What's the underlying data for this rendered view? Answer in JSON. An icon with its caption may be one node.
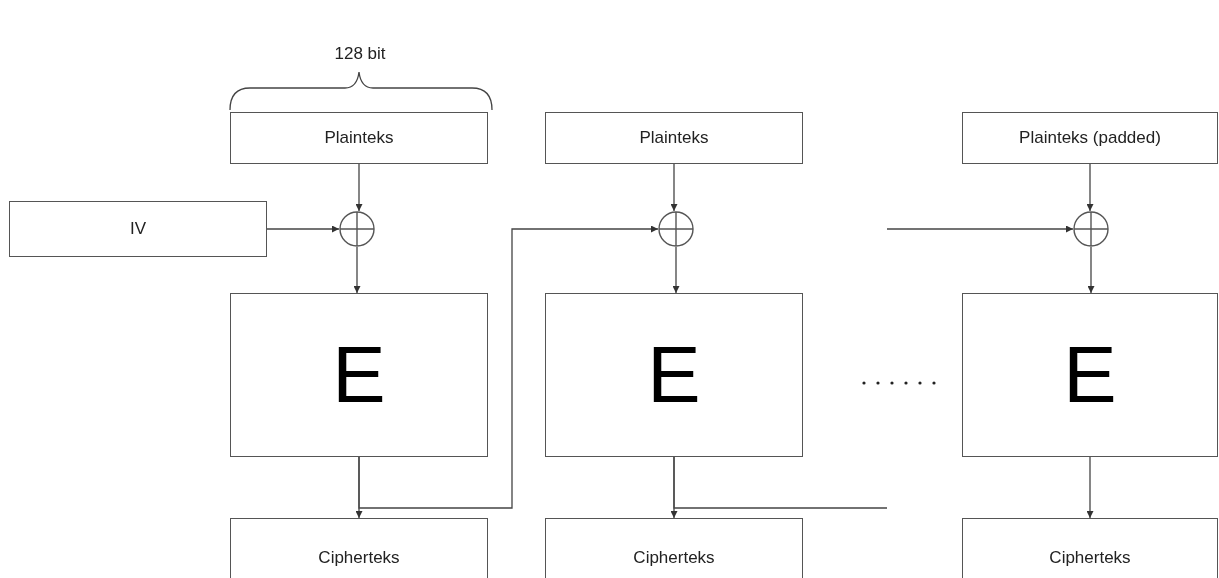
{
  "diagram": {
    "nodes": [
      {
        "text": [
          "Plainteks"
        ]
      },
      {
        "text": [
          "Plainteks"
        ]
      },
      {
        "text": [
          "Plainteks (padded)"
        ]
      },
      {
        "text": [
          "IV"
        ]
      },
      {
        "text": [],
        "shape": "circle"
      },
      {
        "text": [],
        "shape": "circle"
      },
      {
        "text": [],
        "shape": "circle"
      },
      {
        "text": [
          "E"
        ]
      },
      {
        "text": [
          "E"
        ]
      },
      {
        "text": [
          "E"
        ]
      },
      {
        "text": [
          "Cipherteks"
        ]
      },
      {
        "text": [
          "Cipherteks"
        ]
      },
      {
        "text": [
          "Cipherteks"
        ]
      }
    ],
    "edges": [
      {
        "from": 0,
        "to": 4,
        "arrow": "to"
      },
      {
        "from": 3,
        "to": 4,
        "arrow": "to"
      },
      {
        "from": 4,
        "to": 7,
        "arrow": "to"
      },
      {
        "from": 7,
        "to": 10,
        "arrow": "to"
      },
      {
        "from": 7,
        "to": 5,
        "arrow": "to"
      },
      {
        "from": 1,
        "to": 5,
        "arrow": "to"
      },
      {
        "from": 5,
        "to": 8,
        "arrow": "to"
      },
      {
        "from": 8,
        "to": 11,
        "arrow": "to"
      },
      {
        "from": 8,
        "to": null,
        "arrow": "none"
      },
      {
        "from": null,
        "to": 6,
        "arrow": "to"
      },
      {
        "from": 2,
        "to": 6,
        "arrow": "to"
      },
      {
        "from": 6,
        "to": 9,
        "arrow": "to"
      },
      {
        "from": 9,
        "to": 12,
        "arrow": "to"
      }
    ],
    "labels": [
      "128 bit"
    ]
  }
}
